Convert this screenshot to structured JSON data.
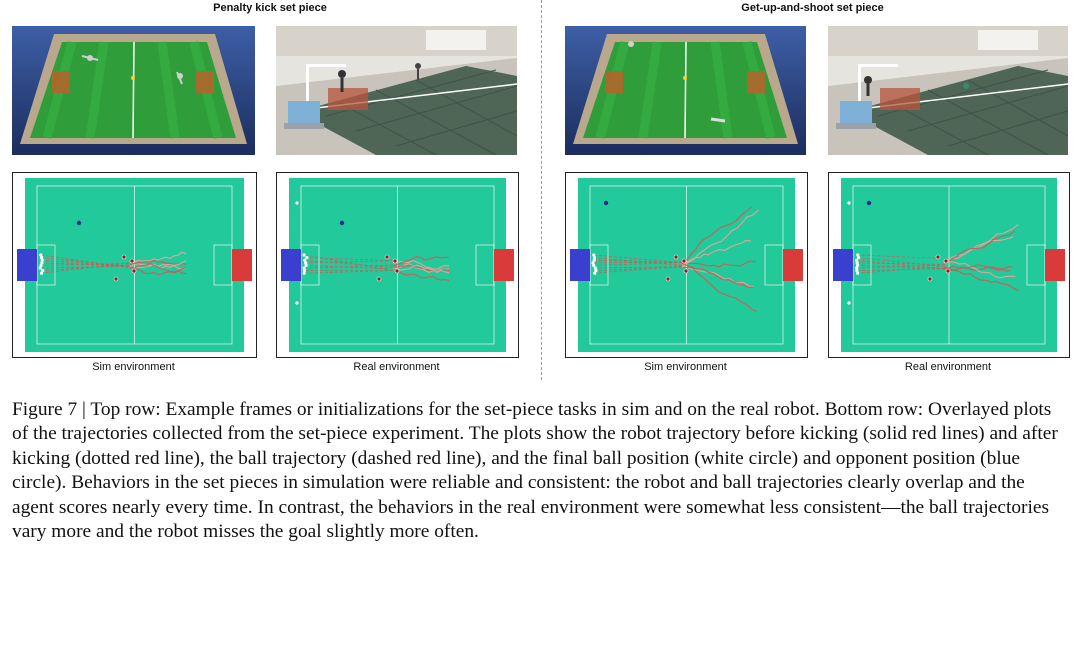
{
  "panels": [
    {
      "title": "Penalty kick set piece",
      "sim_label": "Sim environment",
      "real_label": "Real environment"
    },
    {
      "title": "Get-up-and-shoot set piece",
      "sim_label": "Sim environment",
      "real_label": "Real environment"
    }
  ],
  "caption": "Figure 7 | Top row: Example frames or initializations for the set-piece tasks in sim and on the real robot. Bottom row: Overlayed plots of the trajectories collected from the set-piece experiment. The plots show the robot trajectory before kicking (solid red lines) and after kicking (dotted red line), the ball trajectory (dashed red line), and the final ball position (white circle) and opponent position (blue circle). Behaviors in the set pieces in simulation were reliable and consistent: the robot and ball trajectories clearly overlap and the agent scores nearly every time. In contrast, the behaviors in the real environment were somewhat less consistent—the ball trajectories vary more and the robot misses the goal slightly more often.",
  "colors": {
    "field_green": "#22c99a",
    "own_goal_blue": "#3a3fd0",
    "opponent_goal_red": "#d93a3a",
    "trajectory_red": "#d8554f",
    "opponent_marker": "#1d2d8c"
  }
}
